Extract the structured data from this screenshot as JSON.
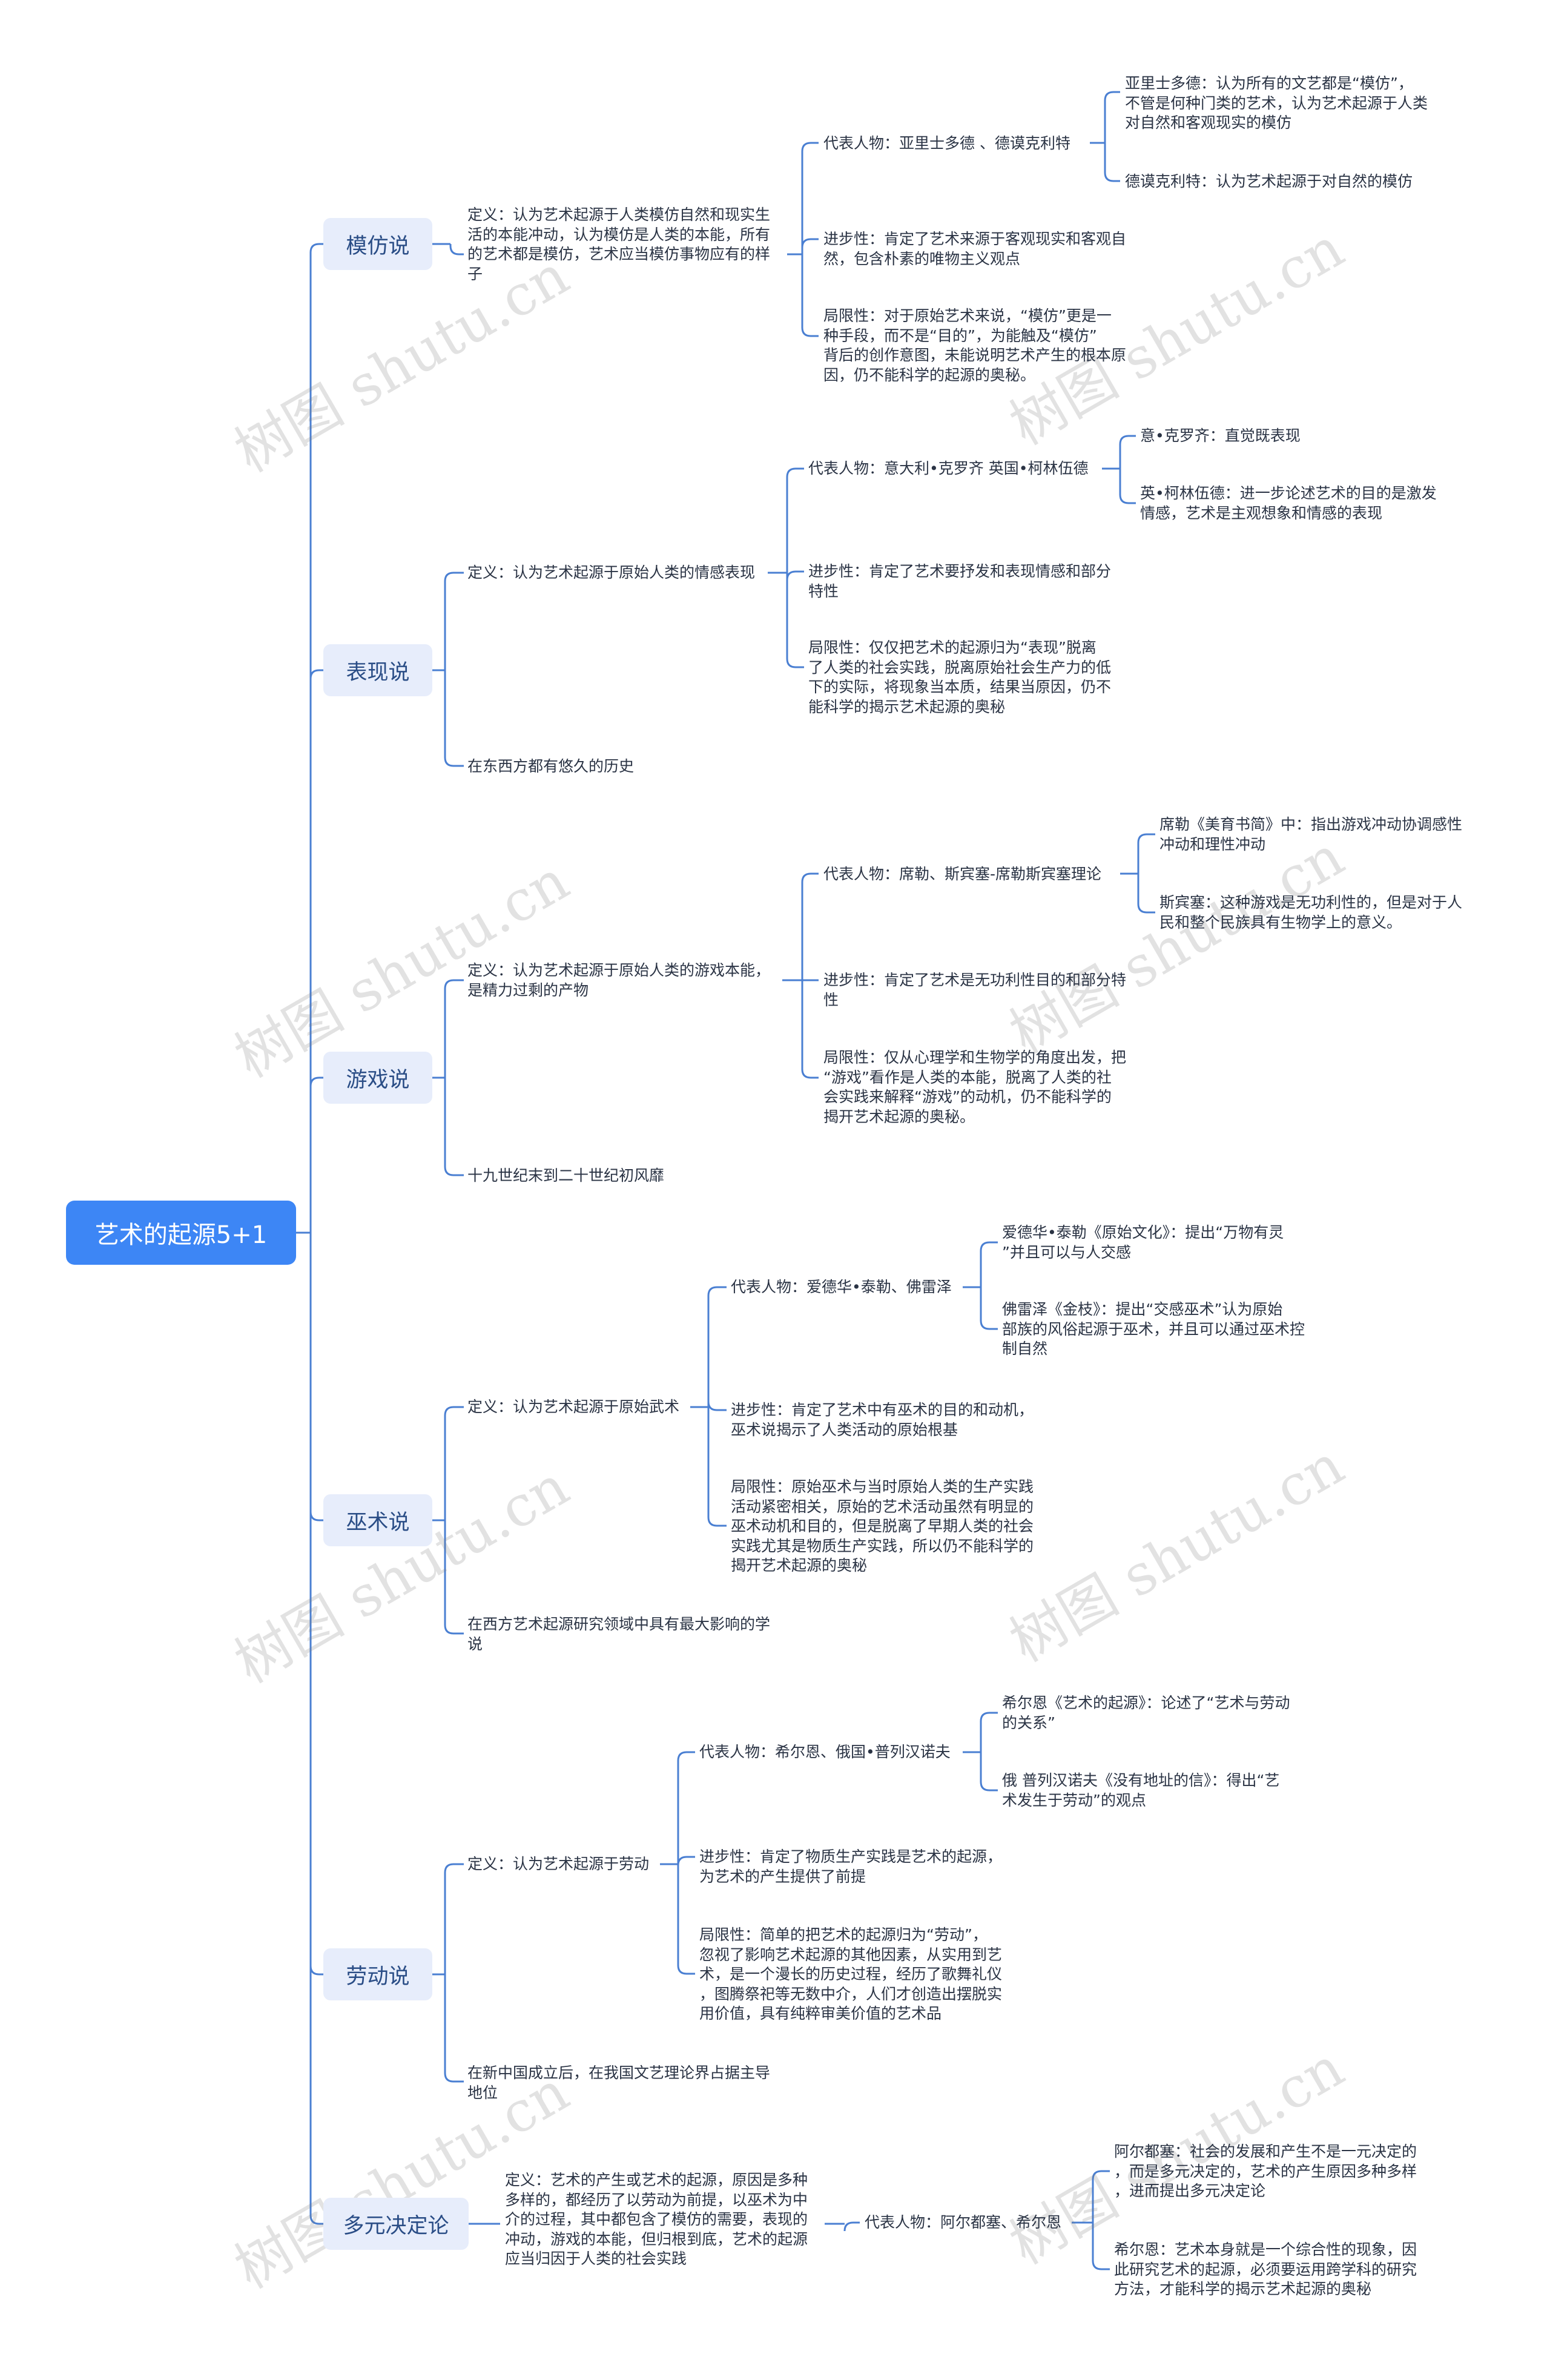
{
  "root": "艺术的起源5+1",
  "watermark": "树图 shutu.cn",
  "branches": [
    {
      "label": "模仿说",
      "definition": "定义：认为艺术起源于人类模仿自然和现实生\n活的本能冲动，认为模仿是人类的本能，所有\n的艺术都是模仿，艺术应当模仿事物应有的样\n子",
      "representatives": "代表人物：亚里士多德 、德谟克利特",
      "rep_details": [
        "亚里士多德：认为所有的文艺都是“模仿”，\n不管是何种门类的艺术，认为艺术起源于人类\n对自然和客观现实的模仿",
        "德谟克利特：认为艺术起源于对自然的模仿"
      ],
      "progress": "进步性：肯定了艺术来源于客观现实和客观自\n然，包含朴素的唯物主义观点",
      "limitation": "局限性：对于原始艺术来说，“模仿”更是一\n种手段，而不是“目的”，为能触及“模仿”\n背后的创作意图，未能说明艺术产生的根本原\n因，仍不能科学的起源的奥秘。"
    },
    {
      "label": "表现说",
      "definition": "定义：认为艺术起源于原始人类的情感表现",
      "representatives": "代表人物：意大利•克罗齐 英国•柯林伍德",
      "rep_details": [
        "意•克罗齐：直觉既表现",
        "英•柯林伍德：进一步论述艺术的目的是激发\n情感，艺术是主观想象和情感的表现"
      ],
      "progress": "进步性：肯定了艺术要抒发和表现情感和部分\n特性",
      "limitation": "局限性：仅仅把艺术的起源归为“表现”脱离\n了人类的社会实践，脱离原始社会生产力的低\n下的实际，将现象当本质，结果当原因，仍不\n能科学的揭示艺术起源的奥秘",
      "note": "在东西方都有悠久的历史"
    },
    {
      "label": "游戏说",
      "definition": "定义：认为艺术起源于原始人类的游戏本能，\n是精力过剩的产物",
      "representatives": "代表人物：席勒、斯宾塞-席勒斯宾塞理论",
      "rep_details": [
        "席勒《美育书简》中：指出游戏冲动协调感性\n冲动和理性冲动",
        "斯宾塞：这种游戏是无功利性的，但是对于人\n民和整个民族具有生物学上的意义。"
      ],
      "progress": "进步性：肯定了艺术是无功利性目的和部分特\n性",
      "limitation": "局限性：仅从心理学和生物学的角度出发，把\n“游戏”看作是人类的本能，脱离了人类的社\n会实践来解释“游戏”的动机，仍不能科学的\n揭开艺术起源的奥秘。",
      "note": "十九世纪末到二十世纪初风靡"
    },
    {
      "label": "巫术说",
      "definition": "定义：认为艺术起源于原始武术",
      "representatives": "代表人物：爱德华•泰勒、佛雷泽",
      "rep_details": [
        "爱德华•泰勒《原始文化》：提出“万物有灵\n”并且可以与人交感",
        "佛雷泽《金枝》：提出“交感巫术”认为原始\n部族的风俗起源于巫术，并且可以通过巫术控\n制自然"
      ],
      "progress": "进步性：肯定了艺术中有巫术的目的和动机，\n巫术说揭示了人类活动的原始根基",
      "limitation": "局限性：原始巫术与当时原始人类的生产实践\n活动紧密相关，原始的艺术活动虽然有明显的\n巫术动机和目的，但是脱离了早期人类的社会\n实践尤其是物质生产实践，所以仍不能科学的\n揭开艺术起源的奥秘",
      "note": "在西方艺术起源研究领域中具有最大影响的学\n说"
    },
    {
      "label": "劳动说",
      "definition": "定义：认为艺术起源于劳动",
      "representatives": "代表人物：希尔恩、俄国•普列汉诺夫",
      "rep_details": [
        "希尔恩《艺术的起源》：论述了“艺术与劳动\n的关系”",
        "俄 普列汉诺夫《没有地址的信》：得出“艺\n术发生于劳动”的观点"
      ],
      "progress": "进步性：肯定了物质生产实践是艺术的起源，\n为艺术的产生提供了前提",
      "limitation": "局限性：简单的把艺术的起源归为“劳动”，\n忽视了影响艺术起源的其他因素，从实用到艺\n术，是一个漫长的历史过程，经历了歌舞礼仪\n，图腾祭祀等无数中介，人们才创造出摆脱实\n用价值，具有纯粹审美价值的艺术品",
      "note": "在新中国成立后，在我国文艺理论界占据主导\n地位"
    },
    {
      "label": "多元决定论",
      "definition": "定义：艺术的产生或艺术的起源，原因是多种\n多样的，都经历了以劳动为前提，以巫术为中\n介的过程，其中都包含了模仿的需要，表现的\n冲动，游戏的本能，但归根到底，艺术的起源\n应当归因于人类的社会实践",
      "representatives": "代表人物：阿尔都塞、希尔恩",
      "rep_details": [
        "阿尔都塞：社会的发展和产生不是一元决定的\n，而是多元决定的，艺术的产生原因多种多样\n，进而提出多元决定论",
        "希尔恩：艺术本身就是一个综合性的现象，因\n此研究艺术的起源，必须要运用跨学科的研究\n方法，才能科学的揭示艺术起源的奥秘"
      ]
    }
  ]
}
